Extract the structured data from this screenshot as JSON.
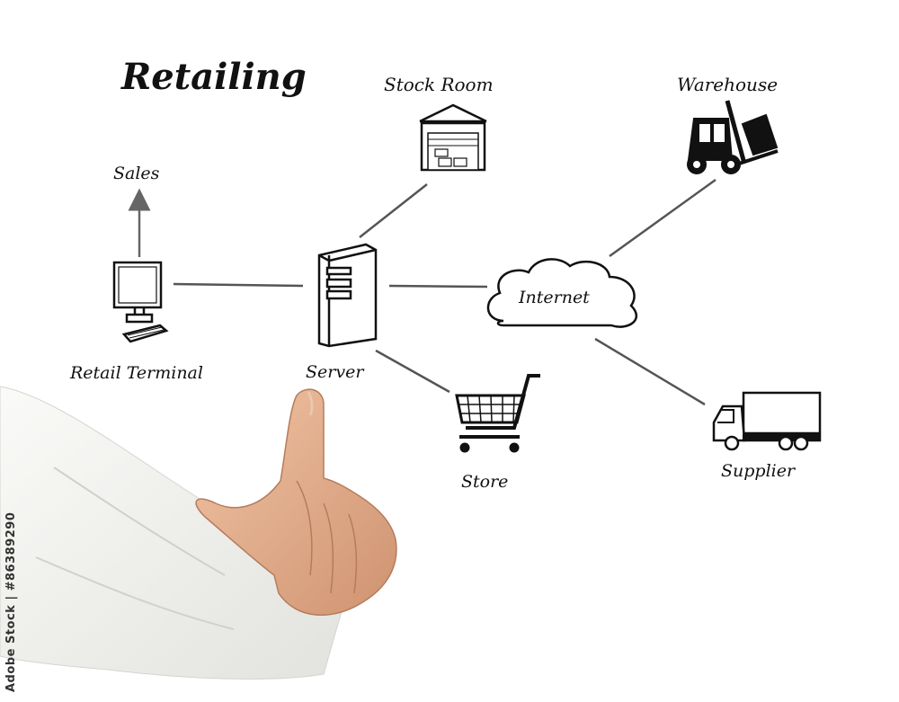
{
  "diagram": {
    "title": "Retailing",
    "nodes": {
      "stock_room": "Stock Room",
      "warehouse": "Warehouse",
      "sales": "Sales",
      "internet": "Internet",
      "retail_terminal": "Retail Terminal",
      "server": "Server",
      "store": "Store",
      "supplier": "Supplier"
    },
    "edges": [
      [
        "retail_terminal",
        "server"
      ],
      [
        "retail_terminal",
        "sales"
      ],
      [
        "server",
        "stock_room"
      ],
      [
        "server",
        "internet"
      ],
      [
        "server",
        "store"
      ],
      [
        "internet",
        "warehouse"
      ],
      [
        "internet",
        "supplier"
      ]
    ],
    "icons": {
      "stock_room": "warehouse-building-icon",
      "warehouse": "forklift-icon",
      "retail_terminal": "desktop-computer-icon",
      "server": "server-tower-icon",
      "internet": "cloud-icon",
      "store": "shopping-cart-icon",
      "supplier": "delivery-truck-icon"
    }
  },
  "image_credit": "Adobe Stock | #86389290",
  "colors": {
    "ink": "#111111",
    "connector": "#555555",
    "sleeve": "#f1f1ee",
    "skin": "#e4b08e"
  }
}
